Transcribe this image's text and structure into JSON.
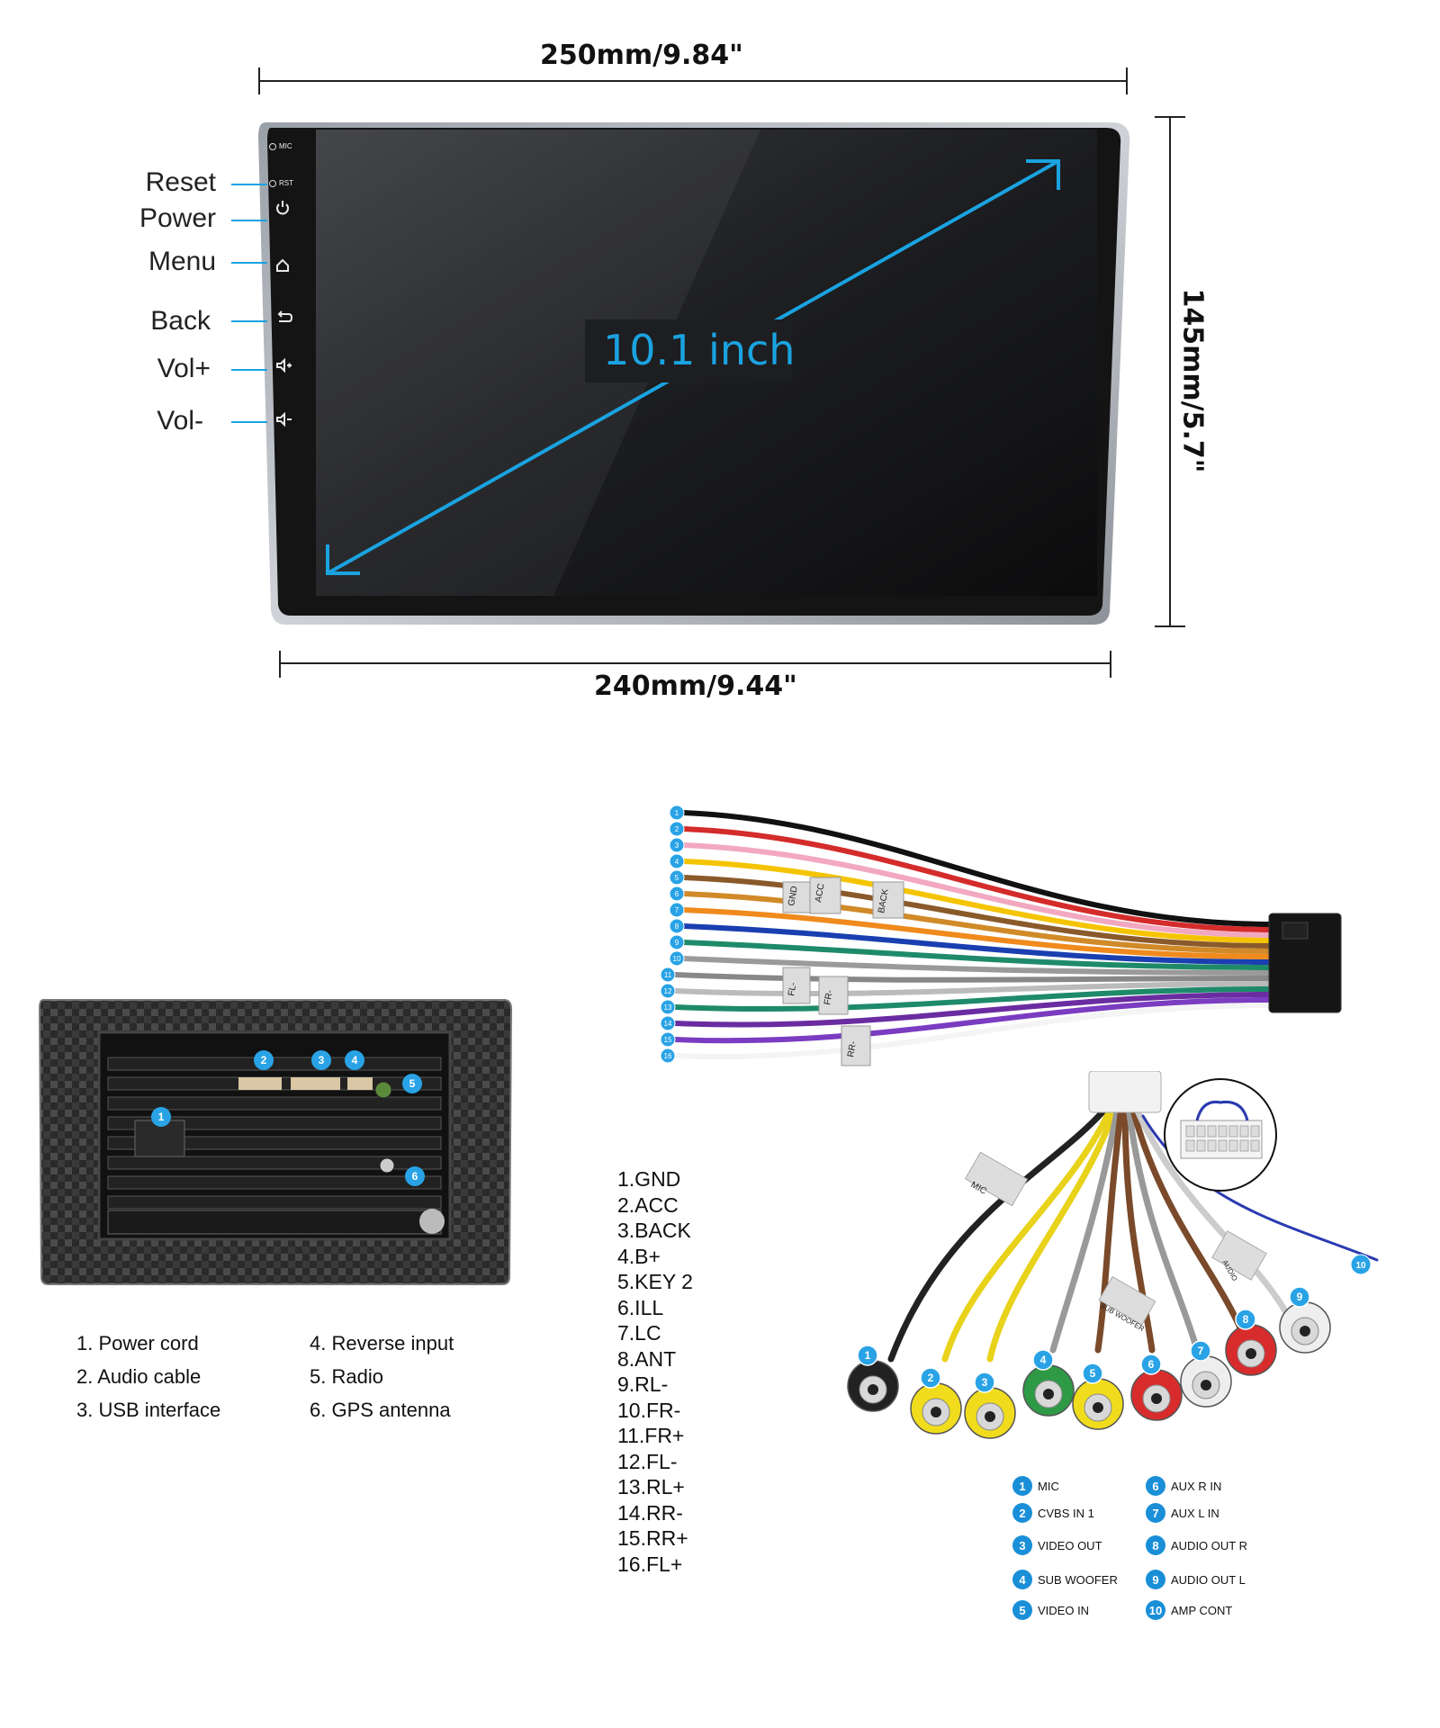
{
  "dimensions": {
    "top_width": "250mm/9.84\"",
    "bottom_width": "240mm/9.44\"",
    "height": "145mm/5.7\""
  },
  "screen": {
    "diagonal_label": "10.1 inch",
    "mic_label": "MIC",
    "rst_label": "RST",
    "accent_color": "#1aa3e0"
  },
  "side_buttons": [
    {
      "label": "Reset",
      "icon": "reset-dot-icon"
    },
    {
      "label": "Power",
      "icon": "power-icon"
    },
    {
      "label": "Menu",
      "icon": "home-icon"
    },
    {
      "label": "Back",
      "icon": "back-arrow-icon"
    },
    {
      "label": "Vol+",
      "icon": "volume-up-icon"
    },
    {
      "label": "Vol-",
      "icon": "volume-down-icon"
    }
  ],
  "rear_panel": {
    "badges": [
      "1",
      "2",
      "3",
      "4",
      "5",
      "6"
    ],
    "legend_left": [
      "1. Power cord",
      "2. Audio cable",
      "3. USB interface"
    ],
    "legend_right": [
      "4. Reverse input",
      "5. Radio",
      "6. GPS antenna"
    ]
  },
  "wire_harness": {
    "pins": [
      "1.GND",
      "2.ACC",
      "3.BACK",
      "4.B+",
      "5.KEY 2",
      "6.ILL",
      "7.LC",
      "8.ANT",
      "9.RL-",
      "10.FR-",
      "11.FR+",
      "12.FL-",
      "13.RL+",
      "14.RR-",
      "15.RR+",
      "16.FL+"
    ],
    "wire_numbers": [
      "1",
      "2",
      "3",
      "4",
      "5",
      "6",
      "7",
      "8",
      "9",
      "10",
      "11",
      "12",
      "13",
      "14",
      "15",
      "16"
    ],
    "wire_colors": [
      "#111111",
      "#d42b2b",
      "#f2a8c0",
      "#f5c400",
      "#8a5a2b",
      "#d08a28",
      "#f08a1c",
      "#1a3fb0",
      "#1e8a6a",
      "#9a9a9a",
      "#888888",
      "#bbbbbb",
      "#1e8a6a",
      "#6a2ca0",
      "#7a3cc0",
      "#eeeeee"
    ],
    "tag_texts": [
      "ACC",
      "BACK",
      "GND",
      "FR-",
      "FL-",
      "RR-"
    ]
  },
  "rca": {
    "legend": [
      {
        "num": "1",
        "label": "MIC"
      },
      {
        "num": "2",
        "label": "CVBS IN 1"
      },
      {
        "num": "3",
        "label": "VIDEO OUT"
      },
      {
        "num": "4",
        "label": "SUB WOOFER"
      },
      {
        "num": "5",
        "label": "VIDEO IN"
      },
      {
        "num": "6",
        "label": "AUX R IN"
      },
      {
        "num": "7",
        "label": "AUX L IN"
      },
      {
        "num": "8",
        "label": "AUDIO OUT R"
      },
      {
        "num": "9",
        "label": "AUDIO OUT L"
      },
      {
        "num": "10",
        "label": "AMP CONT"
      }
    ],
    "tag_texts": [
      "MIC",
      "SUB WOOFER",
      "AUDIO"
    ],
    "connector_colors": [
      "#222222",
      "#f0dc1c",
      "#f0dc1c",
      "#2e9a45",
      "#f0dc1c",
      "#d82c2c",
      "#eeeeee",
      "#d82c2c",
      "#eeeeee"
    ]
  }
}
